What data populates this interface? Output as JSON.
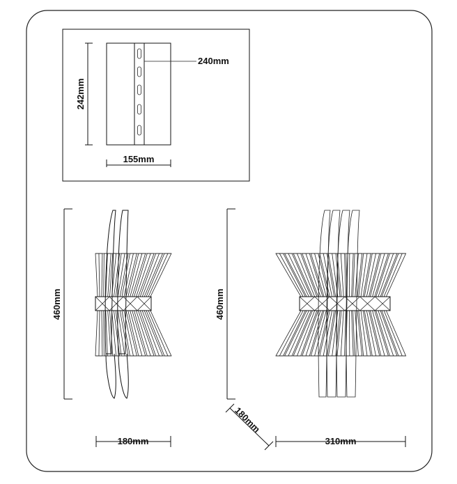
{
  "drawing": {
    "base_plate": {
      "width_label": "155mm",
      "height_label": "242mm",
      "slot_label": "240mm"
    },
    "side_view": {
      "height_label": "460mm",
      "depth_label": "180mm"
    },
    "front_view": {
      "height_label": "460mm",
      "depth_label": "180mm",
      "width_label": "310mm"
    }
  },
  "colors": {
    "line": "#111111",
    "background": "#ffffff"
  }
}
